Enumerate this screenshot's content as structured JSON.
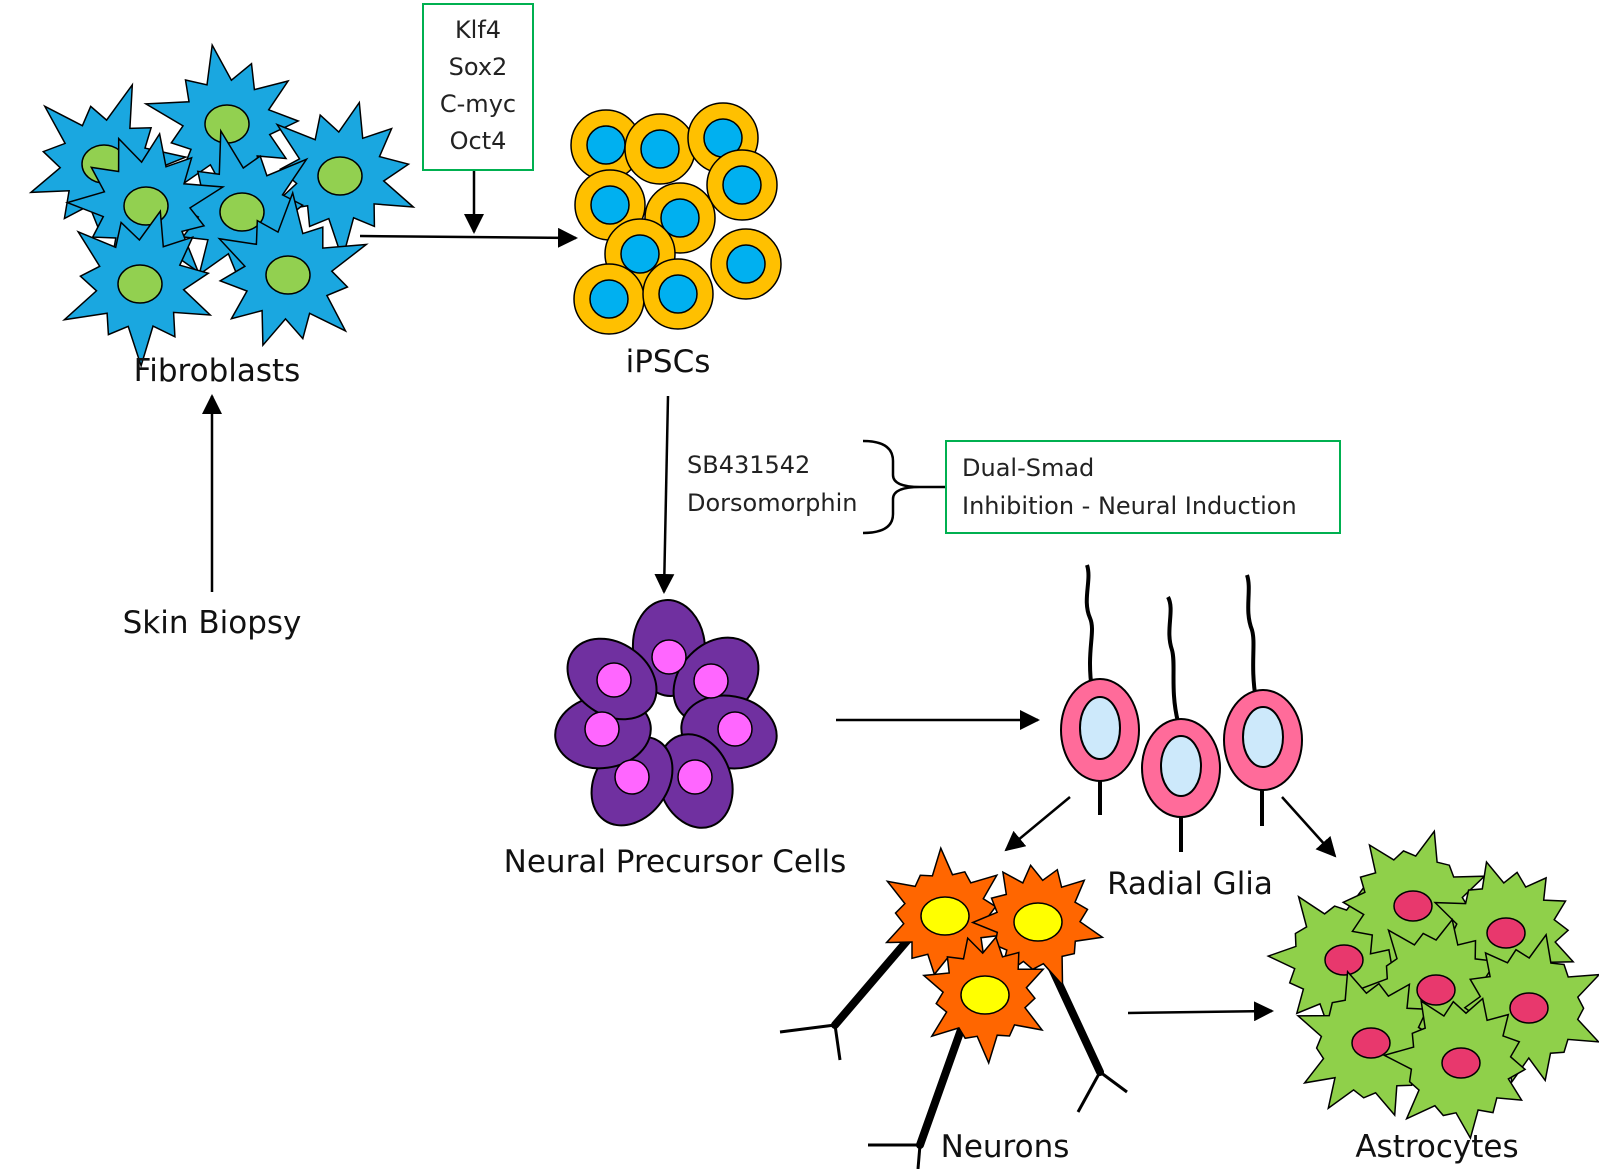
{
  "labels": {
    "fibroblasts": "Fibroblasts",
    "ipscs": "iPSCs",
    "skin_biopsy": "Skin Biopsy",
    "neural_precursor": "Neural Precursor Cells",
    "radial_glia": "Radial Glia",
    "neurons": "Neurons",
    "astrocytes": "Astrocytes"
  },
  "factors": [
    "Klf4",
    "Sox2",
    "C-myc",
    "Oct4"
  ],
  "inhibitors": [
    "SB431542",
    "Dorsomorphin"
  ],
  "induction": [
    "Dual-Smad",
    "Inhibition - Neural Induction"
  ],
  "colors": {
    "fibroblast_body": "#1aa7e0",
    "fibroblast_nucleus": "#92d050",
    "ipsc_body": "#ffc000",
    "ipsc_nucleus": "#00b0f0",
    "npc_body": "#7030a0",
    "npc_nucleus": "#ff66ff",
    "glia_body": "#ff6b9a",
    "glia_nucleus": "#cde9fb",
    "neuron_body": "#ff6600",
    "neuron_nucleus": "#ffff00",
    "astro_body": "#8fd04a",
    "astro_nucleus": "#e8386d",
    "box_border": "#00b050"
  }
}
